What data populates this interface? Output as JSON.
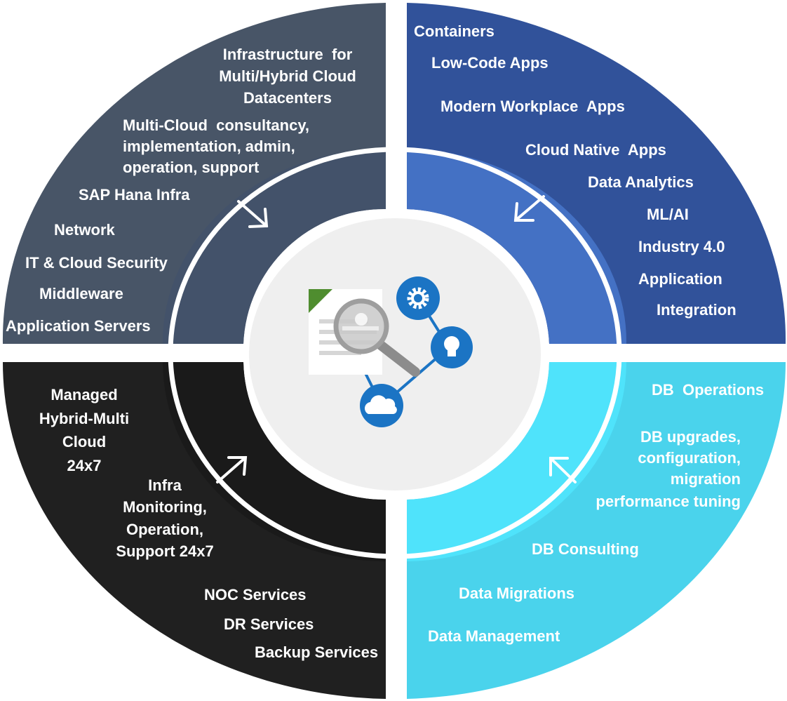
{
  "quadrants": {
    "top_left": {
      "color_outer": "#485567",
      "color_inner": "#43526a",
      "labels": [
        "Infrastructure  for",
        "Multi/Hybrid Cloud",
        "Datacenters",
        "Multi-Cloud  consultancy,",
        "implementation, admin,",
        "operation, support",
        "SAP Hana Infra",
        "Network",
        "IT & Cloud Security",
        "Middleware",
        "Application Servers"
      ]
    },
    "top_right": {
      "color_outer": "#31529a",
      "color_inner": "#4471c4",
      "labels": [
        "Containers",
        "Low-Code Apps",
        "Modern Workplace  Apps",
        "Cloud Native  Apps",
        "Data Analytics",
        "ML/AI",
        "Industry 4.0",
        "Application",
        "Integration"
      ]
    },
    "bottom_left": {
      "color_outer": "#202020",
      "color_inner": "#1a1a1a",
      "labels": [
        "Managed",
        "Hybrid-Multi",
        "Cloud",
        "24x7",
        "Infra",
        "Monitoring,",
        "Operation,",
        "Support 24x7",
        "NOC Services",
        "DR Services",
        "Backup Services"
      ]
    },
    "bottom_right": {
      "color_outer": "#4ad3ec",
      "color_inner": "#4fe3fb",
      "labels": [
        "DB  Operations",
        "DB upgrades,",
        "configuration,",
        "migration",
        "performance tuning",
        "DB Consulting",
        "Data Migrations",
        "Data Management"
      ]
    }
  },
  "center": {
    "background": "#efefef",
    "icons": [
      "document-icon",
      "magnifier-icon",
      "gear-icon",
      "lightbulb-icon",
      "cloud-icon"
    ],
    "accent": "#1b74c4",
    "doc_corner": "#4f8d2f"
  }
}
